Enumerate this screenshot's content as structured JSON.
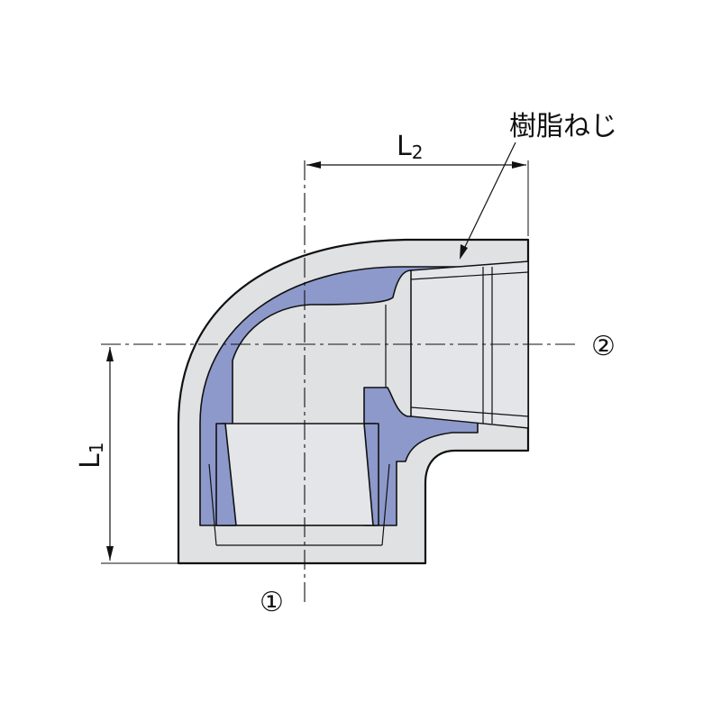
{
  "labels": {
    "l2": {
      "main": "L",
      "sub": "2"
    },
    "l1": {
      "main": "L",
      "sub": "1"
    },
    "resin_thread": "樹脂ねじ",
    "port1": "①",
    "port2": "②"
  },
  "colors": {
    "body": "#dfe1e3",
    "resin_liner": "#8d99cb",
    "line": "#111111"
  }
}
